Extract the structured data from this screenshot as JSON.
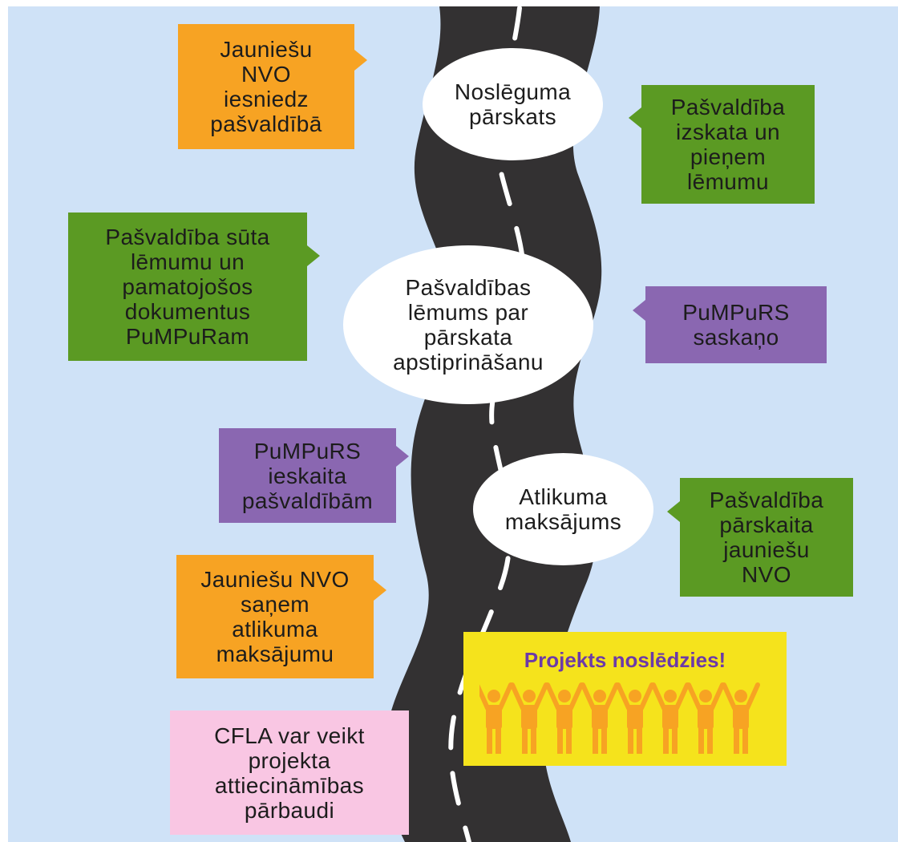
{
  "colors": {
    "background": "#cfe2f7",
    "road": "#333132",
    "road_dash": "#ffffff",
    "orange": "#f7a323",
    "green": "#5b9a23",
    "purple": "#8a67b1",
    "pink": "#f9c6e3",
    "finish_panel": "#f5e31c",
    "finish_title": "#6c3aa8",
    "people": "#f7a323"
  },
  "milestones": {
    "final_report": "Noslēguma\npārskats",
    "municipal_decision": "Pašvaldības\nlēmums par\npārskata\napstiprināšanu",
    "balance_payment": "Atlikuma\nmaksājums"
  },
  "steps": {
    "ngo_submits": "Jauniešu\nNVO\niesniedz\npašvaldībā",
    "municipality_reviews": "Pašvaldība\nizskata un\npieņem\nlēmumu",
    "municipality_sends": "Pašvaldība sūta\nlēmumu un\npamatojošos\ndokumentus\nPuMPuRam",
    "pumpurs_approves": "PuMPuRS\nsaskaņo",
    "pumpurs_transfers": "PuMPuRS\nieskaita\npašvaldībām",
    "municipality_transfers": "Pašvaldība\npārskaita\njauniešu\nNVO",
    "ngo_receives": "Jauniešu NVO\nsaņem\natlikuma\nmaksājumu",
    "cfla_check": "CFLA var veikt\nprojekta\nattiecināmības\npārbaudi"
  },
  "finish": {
    "title": "Projekts noslēdzies!",
    "people_count": 8,
    "icon": "people-cheering-icon"
  }
}
